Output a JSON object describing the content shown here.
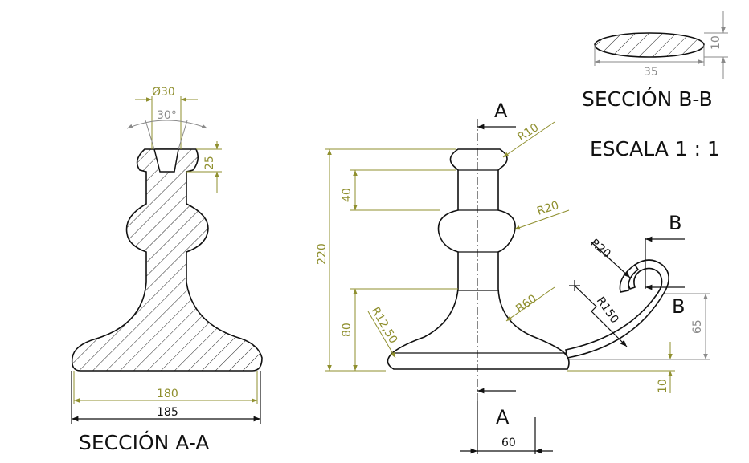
{
  "section_aa": {
    "title": "SECCIÓN A-A",
    "dims": {
      "top_diameter": "Ø30",
      "angle": "30°",
      "cup_depth": "25",
      "inner_width": "180",
      "outer_width": "185"
    }
  },
  "section_bb": {
    "title": "SECCIÓN B-B",
    "dims": {
      "width": "35",
      "height": "10"
    }
  },
  "scale_label": "ESCALA 1 : 1",
  "main_view": {
    "dims": {
      "total_height": "220",
      "ring_height": "40",
      "base_height": "80",
      "r_top": "R10",
      "r_ring": "R20",
      "r_neck": "R60",
      "r_base": "R12,50",
      "r_handle_loop": "R20",
      "r_handle_arc": "R150",
      "handle_height": "65",
      "base_thickness": "10",
      "handle_offset": "60"
    },
    "section_letters": {
      "a_top": "A",
      "a_bottom": "A",
      "b_top": "B",
      "b_bottom": "B"
    }
  },
  "colors": {
    "dimension": "#8f8f2e",
    "reference": "#8a8a8a",
    "outline": "#111111"
  }
}
